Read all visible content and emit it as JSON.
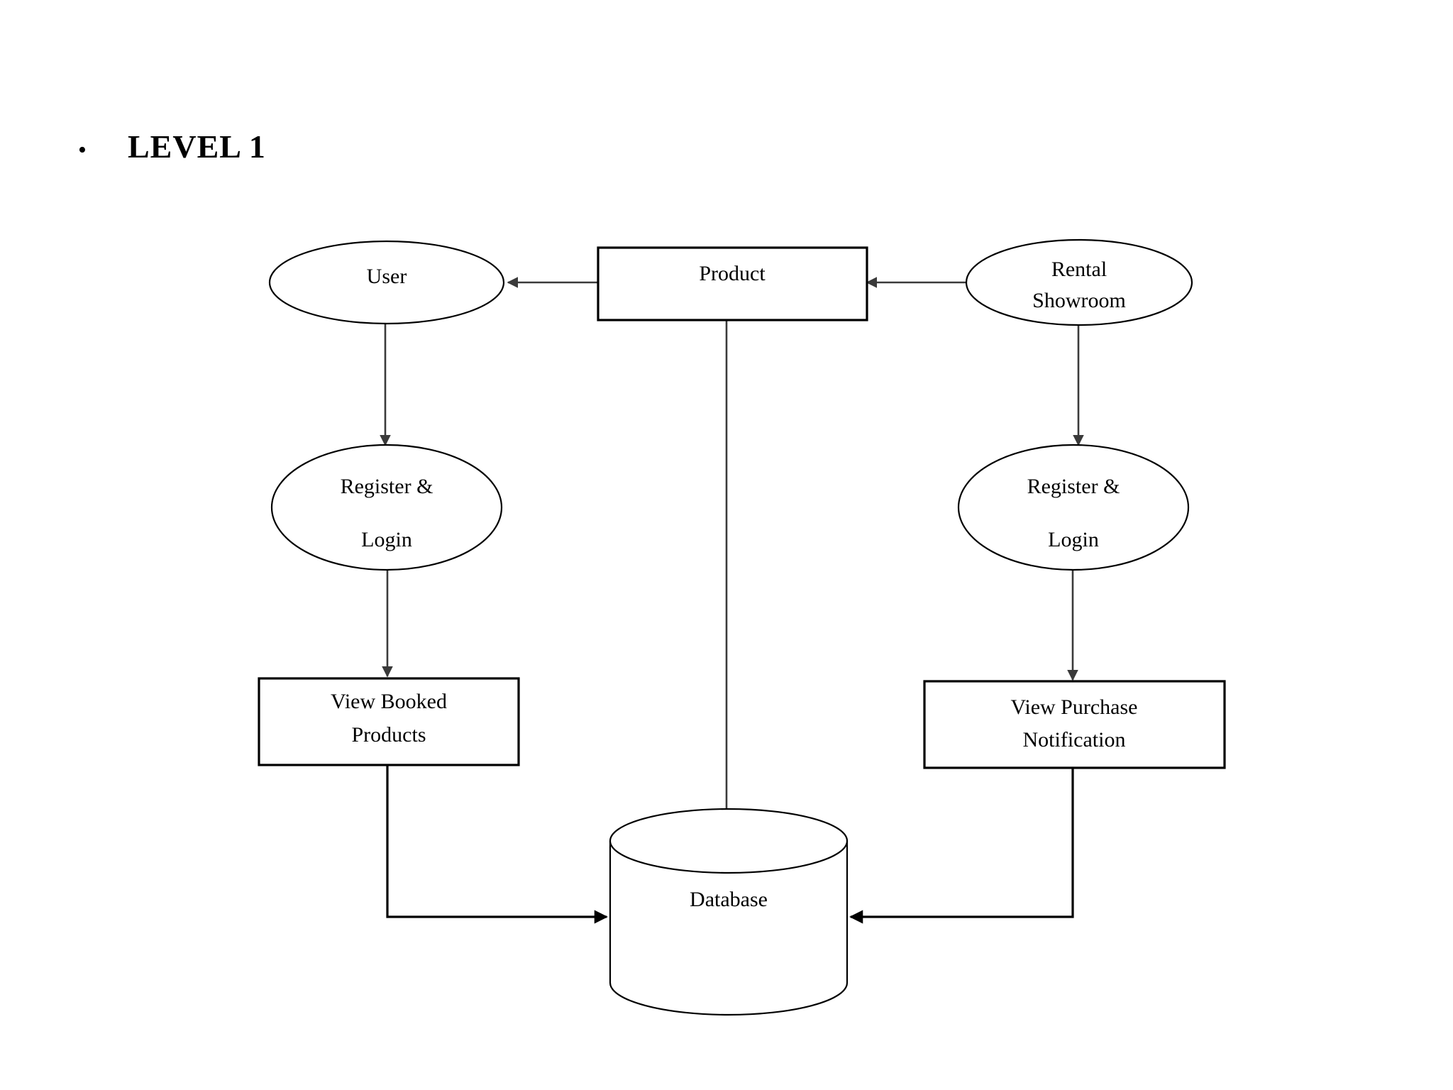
{
  "page": {
    "title": "LEVEL 1",
    "bullet": "•",
    "background_color": "#ffffff",
    "ink_color": "#000000"
  },
  "diagram": {
    "type": "data-flow-diagram",
    "level": "LEVEL 1",
    "nodes": [
      {
        "id": "user",
        "label": "User",
        "shape": "ellipse",
        "lines": [
          "User"
        ]
      },
      {
        "id": "product",
        "label": "Product",
        "shape": "rectangle",
        "lines": [
          "Product"
        ]
      },
      {
        "id": "rental-showroom",
        "label": "Rental Showroom",
        "shape": "ellipse",
        "lines": [
          "Rental",
          "Showroom"
        ]
      },
      {
        "id": "register-login-user",
        "label": "Register & Login",
        "shape": "ellipse",
        "lines": [
          "Register &",
          "Login"
        ]
      },
      {
        "id": "register-login-showroom",
        "label": "Register & Login",
        "shape": "ellipse",
        "lines": [
          "Register &",
          "Login"
        ]
      },
      {
        "id": "view-booked-products",
        "label": "View Booked Products",
        "shape": "rectangle",
        "lines": [
          "View Booked",
          "Products"
        ]
      },
      {
        "id": "view-purchase-notification",
        "label": "View Purchase Notification",
        "shape": "rectangle",
        "lines": [
          "View Purchase",
          "Notification"
        ]
      },
      {
        "id": "database",
        "label": "Database",
        "shape": "cylinder",
        "lines": [
          "Database"
        ]
      }
    ],
    "edges": [
      {
        "from": "product",
        "to": "user",
        "arrow": "single"
      },
      {
        "from": "rental-showroom",
        "to": "product",
        "arrow": "single"
      },
      {
        "from": "user",
        "to": "register-login-user",
        "arrow": "single"
      },
      {
        "from": "rental-showroom",
        "to": "register-login-showroom",
        "arrow": "single"
      },
      {
        "from": "register-login-user",
        "to": "view-booked-products",
        "arrow": "single"
      },
      {
        "from": "register-login-showroom",
        "to": "view-purchase-notification",
        "arrow": "single"
      },
      {
        "from": "product",
        "to": "database",
        "arrow": "single"
      },
      {
        "from": "view-booked-products",
        "to": "database",
        "arrow": "single"
      },
      {
        "from": "view-purchase-notification",
        "to": "database",
        "arrow": "single"
      }
    ]
  }
}
